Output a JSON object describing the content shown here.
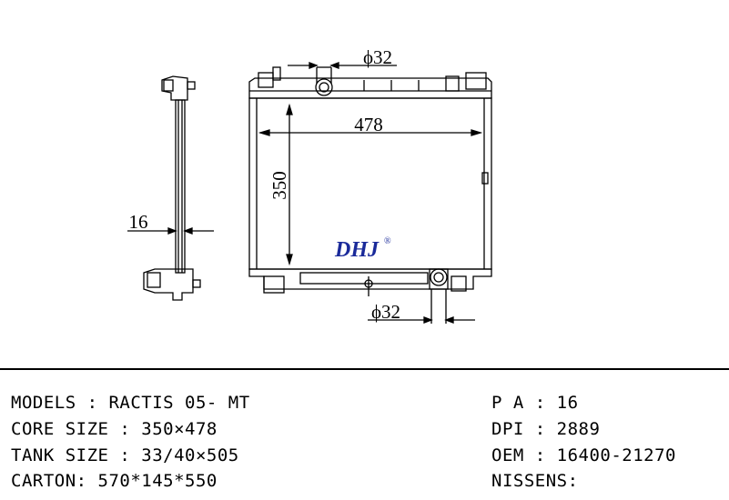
{
  "diagram": {
    "dim_width": "478",
    "dim_height": "350",
    "dim_thickness": "16",
    "dim_inlet": "ϕ32",
    "dim_outlet": "ϕ32",
    "brand": "DHJ",
    "brand_mark": "®"
  },
  "specs_left": [
    "MODELS : RACTIS 05- MT",
    "CORE SIZE : 350×478",
    "TANK SIZE : 33/40×505",
    "CARTON: 570*145*550"
  ],
  "specs_right": [
    "P A : 16",
    "DPI : 2889",
    "OEM : 16400-21270",
    "NISSENS:"
  ]
}
